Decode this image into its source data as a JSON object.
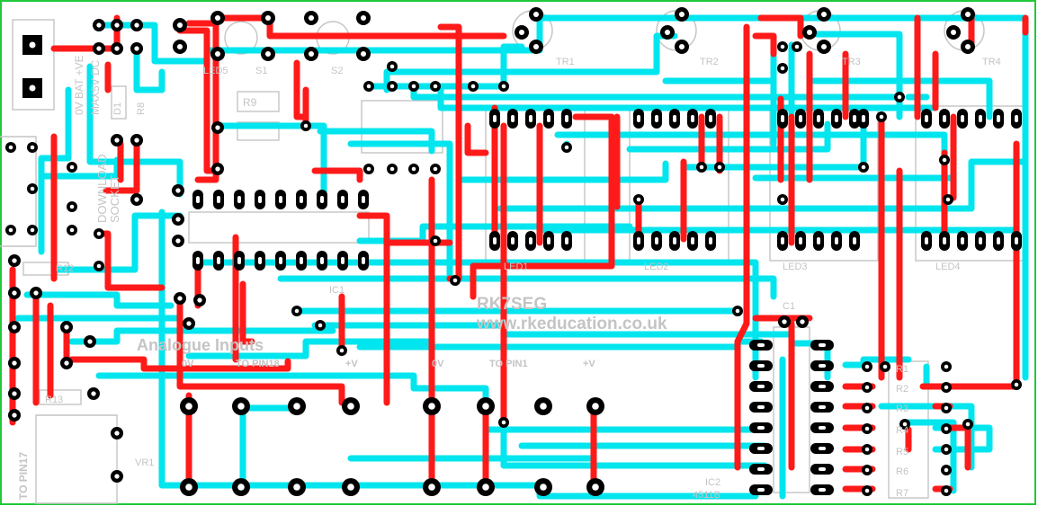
{
  "colors": {
    "top_track": "#00e5ee",
    "bottom_track": "#ff1a1a",
    "pad": "#000000",
    "silkscreen": "#c4c4c4",
    "board_outline": "#22c83a"
  },
  "header": {
    "title": "RK7SEG",
    "website": "www.rkeducation.co.uk",
    "analogue": "Analogue Inputs"
  },
  "labels": {
    "power": "0V  BAT +VE",
    "power2": "MAX5V DC",
    "d1": "D1",
    "r8": "R8",
    "r9": "R9",
    "led5": "LED5",
    "s1": "S1",
    "s2": "S2",
    "tr1": "TR1",
    "tr2": "TR2",
    "tr3": "TR3",
    "tr4": "TR4",
    "led1": "LED1",
    "led2": "LED2",
    "led3": "LED3",
    "led4": "LED4",
    "download": "DOWNLOAD",
    "socket": "SOCKET",
    "ic1": "IC1",
    "ic2": "IC2",
    "ic2_part": "4511B",
    "c1": "C1",
    "r1": "R1",
    "r2": "R2",
    "r3": "R3",
    "r4": "R4",
    "r5": "R5",
    "r6": "R6",
    "r7": "R7",
    "r12": "R12",
    "r13": "R13",
    "vr1": "VR1",
    "zero_v_1": "0V",
    "to_pin18": "TO PIN18",
    "plus_v_1": "+V",
    "zero_v_2": "0V",
    "to_pin1": "TO PIN1",
    "plus_v_2": "+V",
    "to_pin17": "TO PIN17"
  }
}
